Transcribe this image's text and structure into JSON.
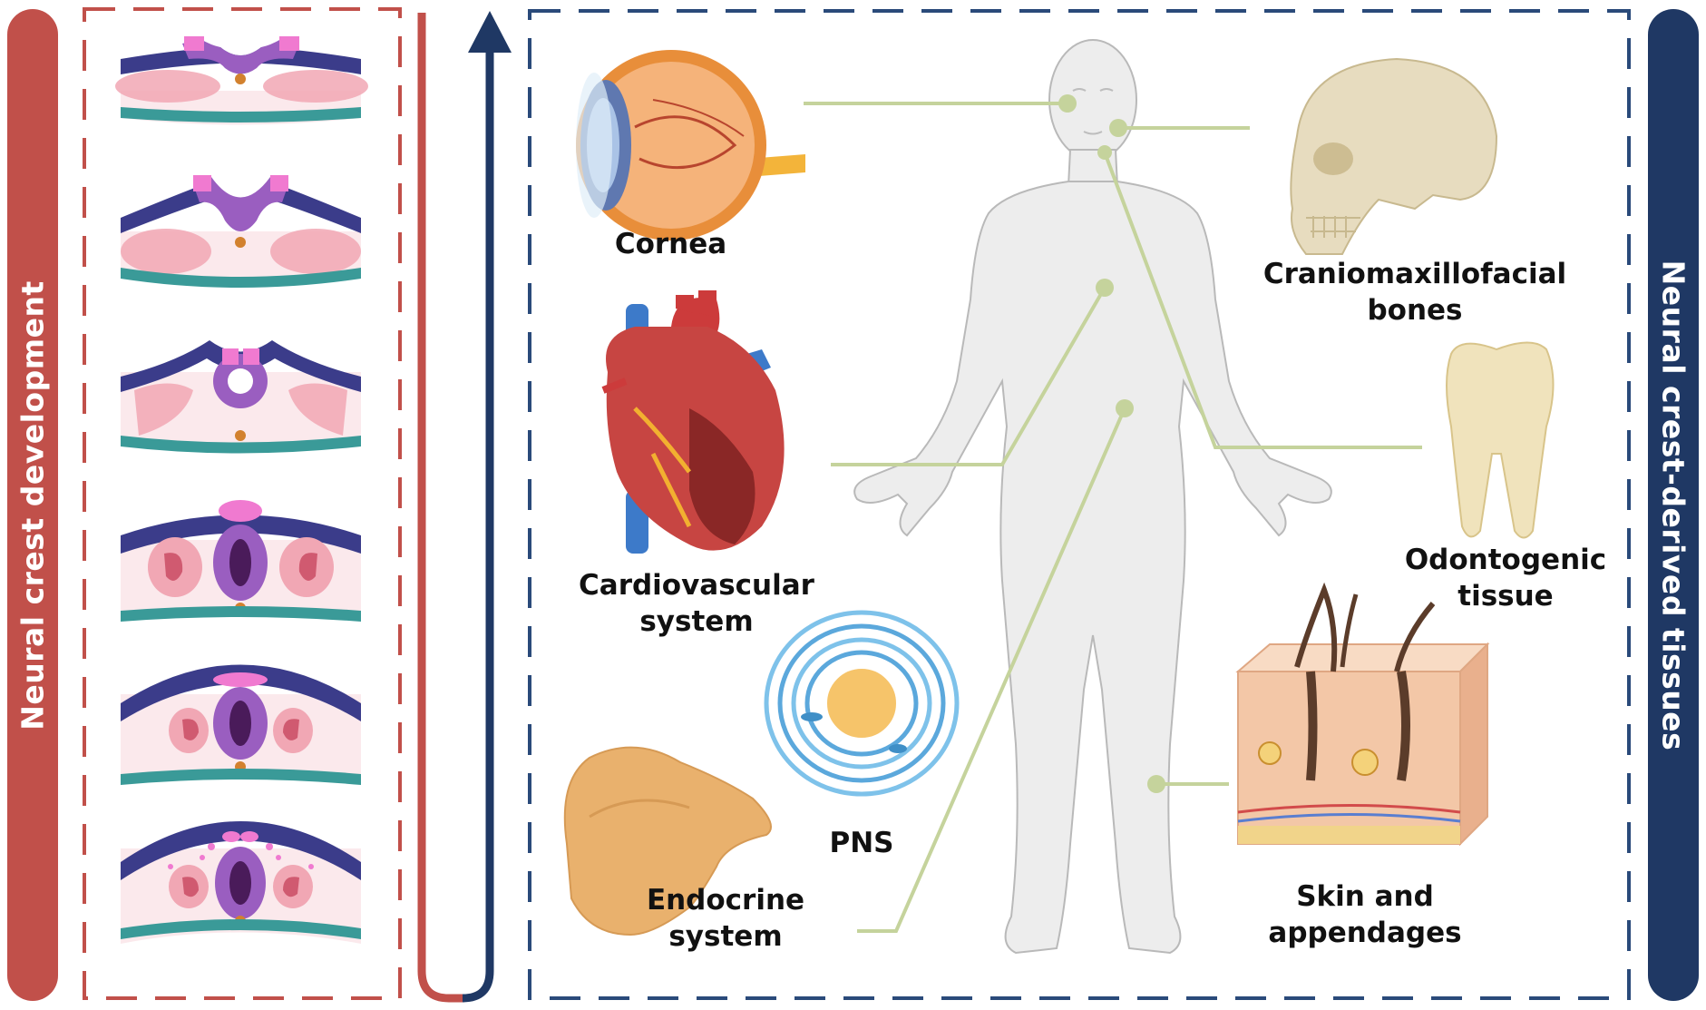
{
  "left_bar": {
    "label": "Neural crest development",
    "color": "#c1504a"
  },
  "right_bar": {
    "label": "Neural crest-derived tissues",
    "color": "#1f3864"
  },
  "colors": {
    "red_dash": "#c1504a",
    "blue_dash": "#2a4a7a",
    "connector": "#c5d39c",
    "ectoderm": "#3b3c8a",
    "crest": "#f07ad0",
    "somite": "#f1a7b4",
    "endoderm": "#3a9a98",
    "tube": "#8e54b0"
  },
  "tissues": {
    "cornea": "Cornea",
    "cranio_1": "Craniomaxillofacial",
    "cranio_2": "bones",
    "cardio_1": "Cardiovascular",
    "cardio_2": "system",
    "odonto_1": "Odontogenic",
    "odonto_2": "tissue",
    "pns": "PNS",
    "endocrine_1": "Endocrine",
    "endocrine_2": "system",
    "skin_1": "Skin and",
    "skin_2": "appendages"
  },
  "icons": {
    "stages": "neural-tube-stage-icon",
    "eye": "eye-icon",
    "heart": "heart-icon",
    "skull": "skull-icon",
    "tooth": "tooth-icon",
    "nerve": "nerve-cell-icon",
    "gland": "gland-icon",
    "skin": "skin-icon",
    "body": "human-body-icon"
  }
}
